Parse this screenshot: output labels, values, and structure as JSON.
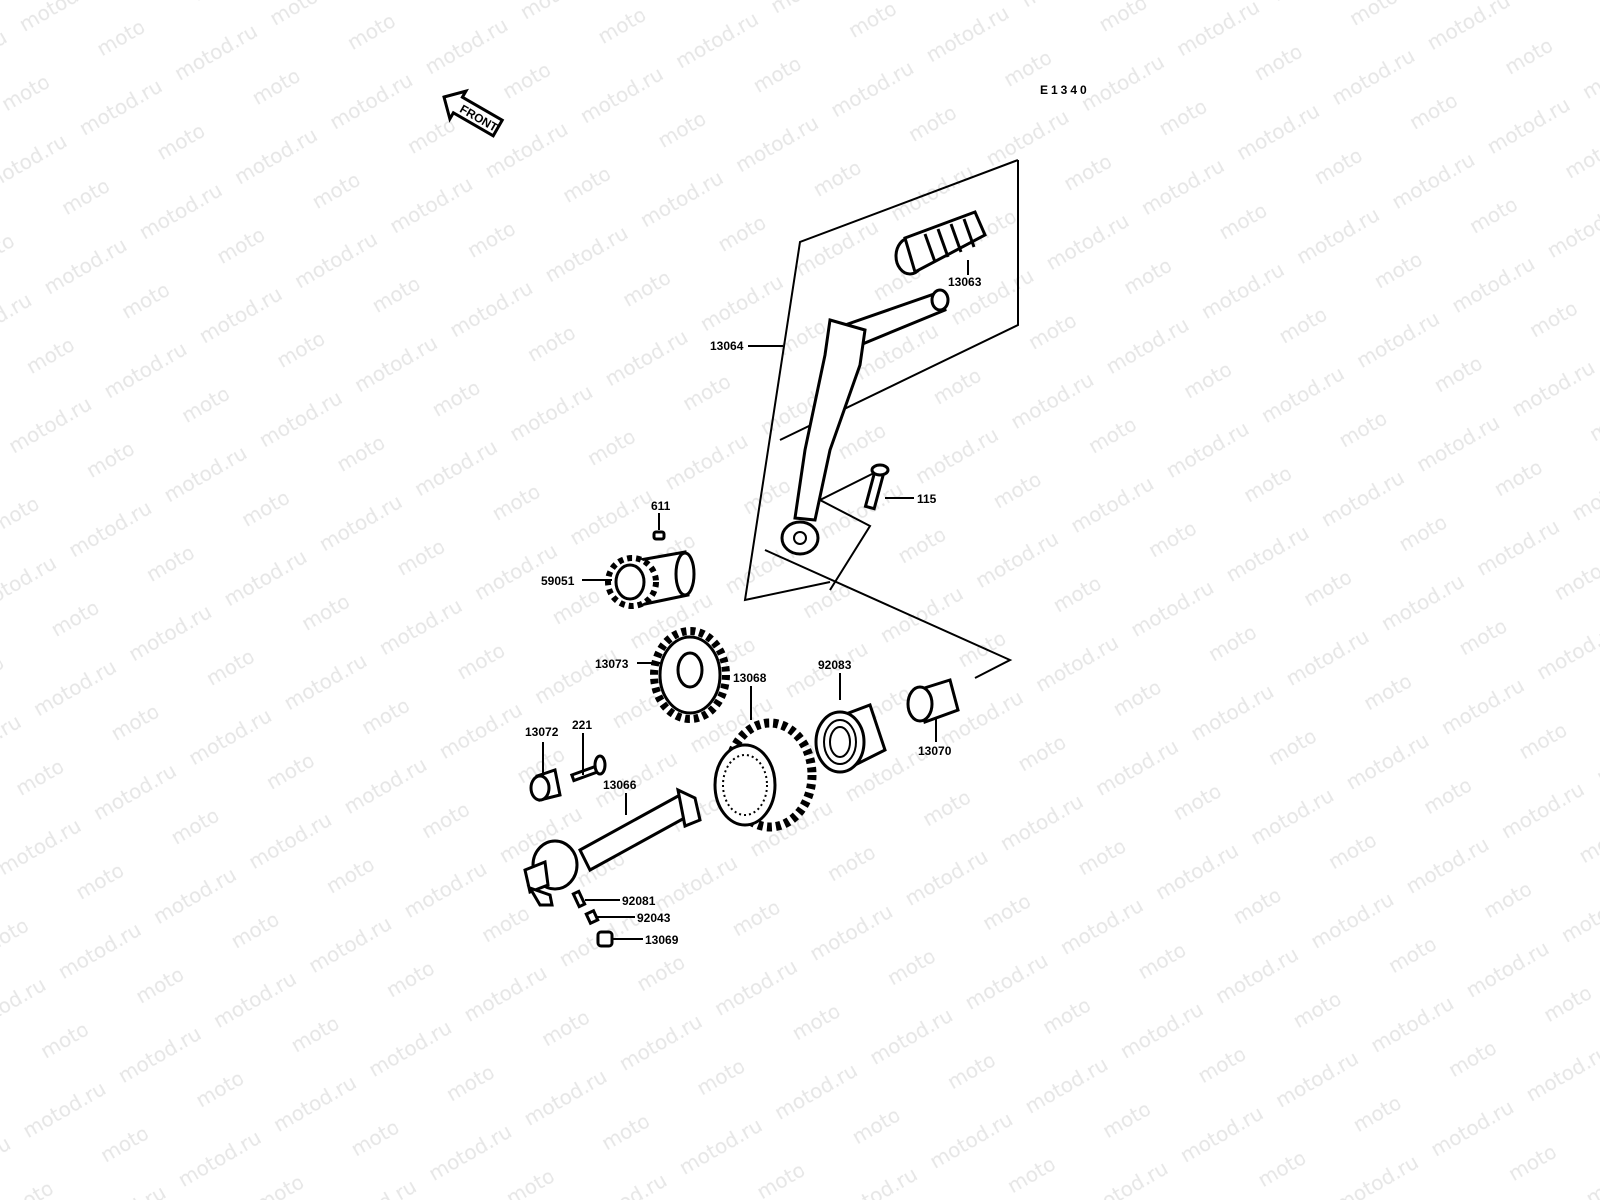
{
  "diagram": {
    "code": "E1340",
    "direction_marker": "FRONT",
    "watermark": "motod.ru",
    "callouts": {
      "p13063": "13063",
      "p13064": "13064",
      "p115": "115",
      "p611": "611",
      "p59051": "59051",
      "p13073": "13073",
      "p13068": "13068",
      "p92083": "92083",
      "p13070": "13070",
      "p13072": "13072",
      "p221": "221",
      "p13066": "13066",
      "p92081": "92081",
      "p92043": "92043",
      "p13069": "13069"
    }
  }
}
